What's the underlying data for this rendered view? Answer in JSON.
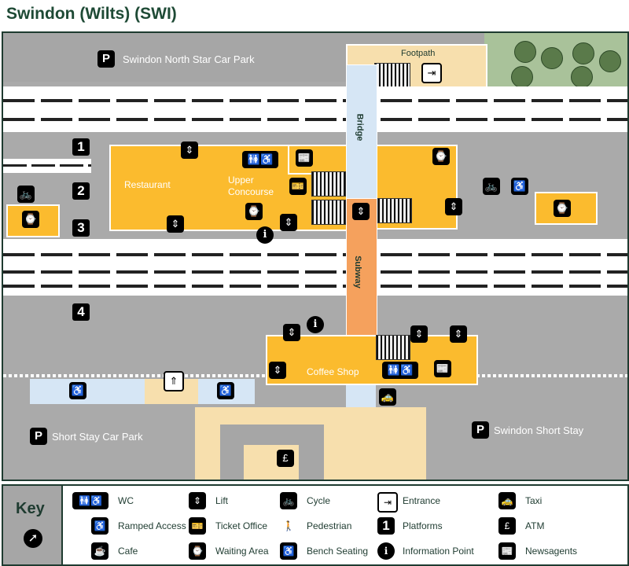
{
  "title": "Swindon (Wilts) (SWI)",
  "car_parks": {
    "north": "Swindon North Star Car Park",
    "short_stay": "Short Stay Car Park",
    "swindon_short_stay": "Swindon Short Stay",
    "symbol": "P"
  },
  "labels": {
    "footpath": "Footpath",
    "bridge": "Bridge",
    "subway": "Subway",
    "restaurant": "Restaurant",
    "upper_concourse": "Upper Concourse",
    "coffee_shop": "Coffee Shop"
  },
  "platforms": [
    "1",
    "2",
    "3",
    "4"
  ],
  "key": {
    "title": "Key",
    "items": [
      {
        "label": "WC",
        "icon": "toilets-icon",
        "glyph": "🚻♿"
      },
      {
        "label": "Lift",
        "icon": "lift-icon",
        "glyph": "⇕"
      },
      {
        "label": "Cycle",
        "icon": "cycle-icon",
        "glyph": "🚲"
      },
      {
        "label": "Entrance",
        "icon": "entrance-icon",
        "glyph": "⇥"
      },
      {
        "label": "Taxi",
        "icon": "taxi-icon",
        "glyph": "🚕"
      },
      {
        "label": "Ramped Access",
        "icon": "ramped-access-icon",
        "glyph": "♿"
      },
      {
        "label": "Ticket Office",
        "icon": "ticket-office-icon",
        "glyph": "🎫"
      },
      {
        "label": "Pedestrian",
        "icon": "pedestrian-icon",
        "glyph": "🚶"
      },
      {
        "label": "Platforms",
        "icon": "platform-number-icon",
        "glyph": "1"
      },
      {
        "label": "ATM",
        "icon": "atm-icon",
        "glyph": "£"
      },
      {
        "label": "Cafe",
        "icon": "cafe-icon",
        "glyph": "☕"
      },
      {
        "label": "Waiting Area",
        "icon": "waiting-area-icon",
        "glyph": "⌚"
      },
      {
        "label": "Bench Seating",
        "icon": "bench-seating-icon",
        "glyph": "♿"
      },
      {
        "label": "Information Point",
        "icon": "information-icon",
        "glyph": "i"
      },
      {
        "label": "Newsagents",
        "icon": "newsagents-icon",
        "glyph": "📰"
      }
    ]
  },
  "colors": {
    "concourse": "#fbbb2e",
    "bridge": "#d6e6f5",
    "subway": "#f5a15d",
    "footpath": "#f7dfad",
    "grass": "#a9c29a",
    "ground": "#aaaaaa",
    "border": "#1e3b30"
  }
}
